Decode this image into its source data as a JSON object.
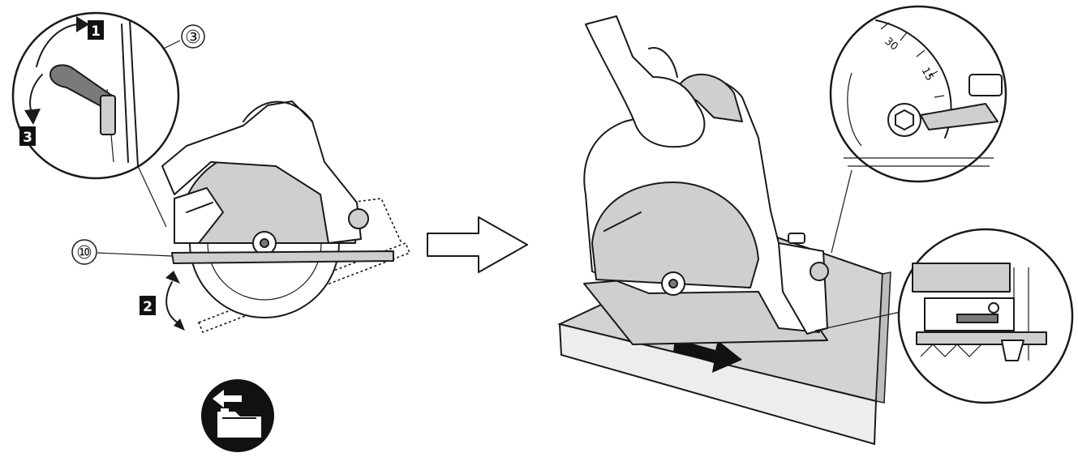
{
  "steps": {
    "step_1": "1",
    "step_2": "2",
    "step_3": "3"
  },
  "callouts": {
    "lever": "③",
    "base": "⑩"
  },
  "bevel_scale": {
    "mark_30": "30",
    "mark_15": "15"
  },
  "icons": {
    "process_arrow": "hollow-right-arrow-icon",
    "cut_direction": "cut-direction-arrow-icon",
    "battery_remove": "battery-remove-icon"
  },
  "colors": {
    "ink": "#1a1a1a",
    "fill_gray": "#cfcfcf",
    "dark_gray": "#7a7a7a"
  }
}
